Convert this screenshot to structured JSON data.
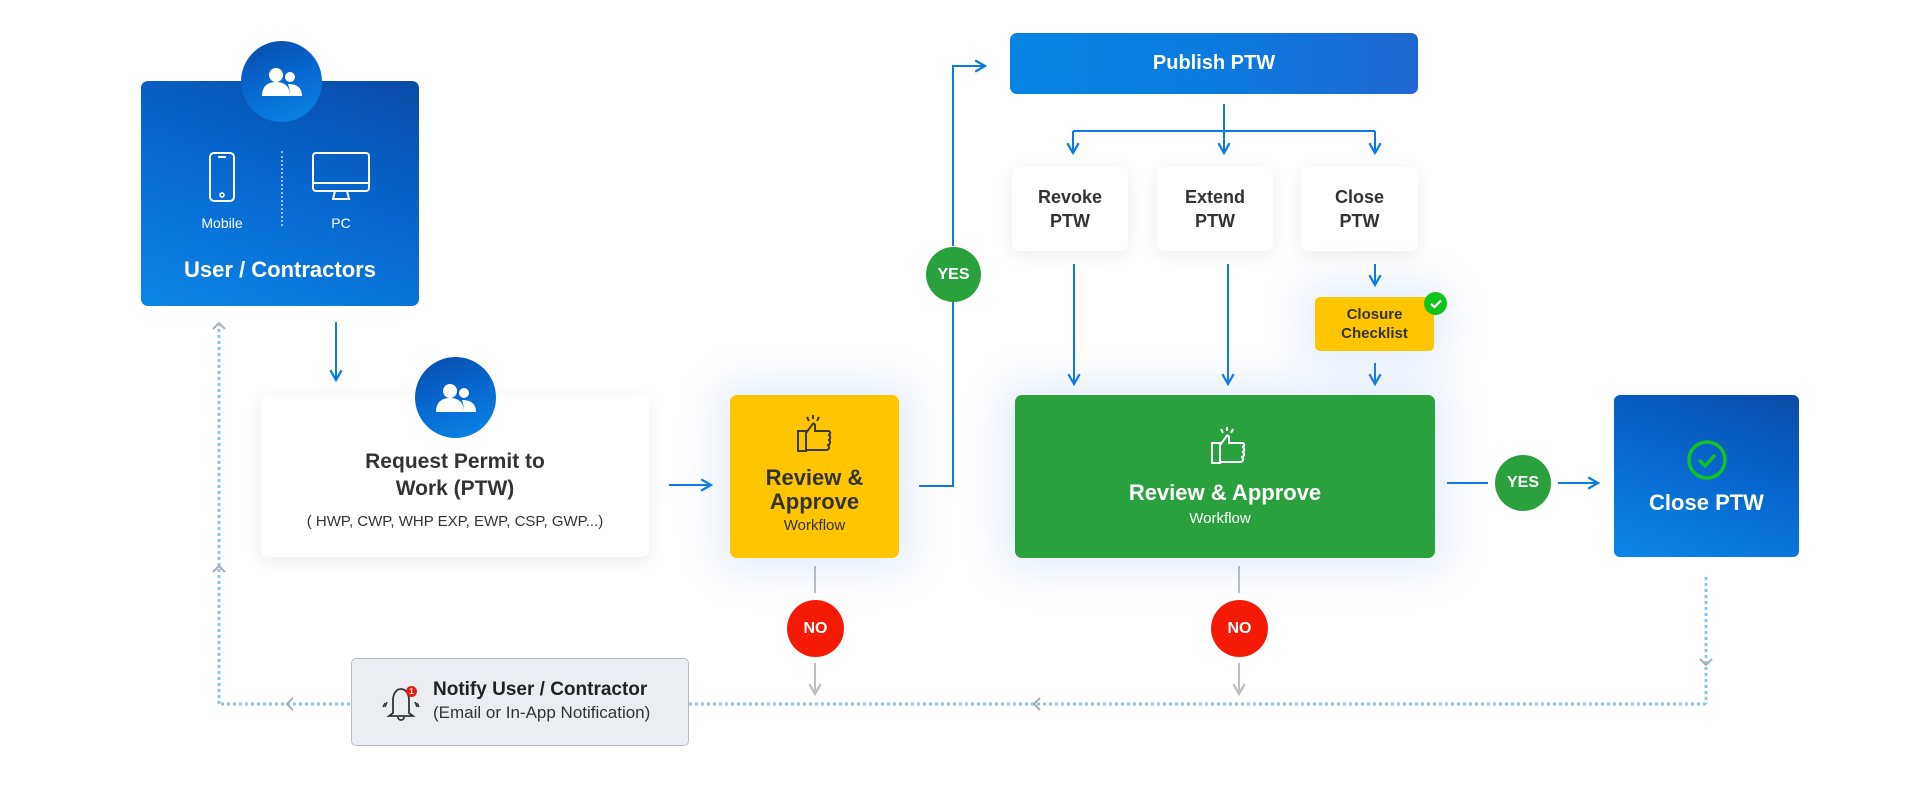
{
  "colors": {
    "blue": "#0a7be0",
    "green": "#2ba13d",
    "yellow": "#ffc600",
    "red": "#f41a06",
    "dotted": "#8cc4f0",
    "grey_connector": "#b9bec4"
  },
  "user_contractors": {
    "title": "User / Contractors",
    "icon": "users-icon",
    "devices": [
      {
        "label": "Mobile",
        "icon": "mobile-phone-icon"
      },
      {
        "label": "PC",
        "icon": "desktop-monitor-icon"
      }
    ]
  },
  "request_permit": {
    "title_line1": "Request Permit to",
    "title_line2": "Work (PTW)",
    "subtitle": "( HWP, CWP, WHP EXP, EWP, CSP, GWP...)",
    "icon": "users-icon"
  },
  "review_approve_1": {
    "title_line1": "Review &",
    "title_line2": "Approve",
    "subtitle": "Workflow",
    "icon": "thumbs-up-icon"
  },
  "publish": {
    "title": "Publish PTW"
  },
  "actions": [
    {
      "line1": "Revoke",
      "line2": "PTW"
    },
    {
      "line1": "Extend",
      "line2": "PTW"
    },
    {
      "line1": "Close",
      "line2": "PTW"
    }
  ],
  "closure_checklist": {
    "line1": "Closure",
    "line2": "Checklist",
    "icon": "check-badge-icon"
  },
  "review_approve_2": {
    "title": "Review & Approve",
    "subtitle": "Workflow",
    "icon": "thumbs-up-icon"
  },
  "close_ptw": {
    "title": "Close PTW",
    "icon": "check-circle-icon"
  },
  "decisions": {
    "yes": "YES",
    "no": "NO"
  },
  "notify": {
    "title": "Notify User / Contractor",
    "subtitle": "(Email or In-App Notification)",
    "icon": "bell-icon",
    "badge_count": "1"
  }
}
